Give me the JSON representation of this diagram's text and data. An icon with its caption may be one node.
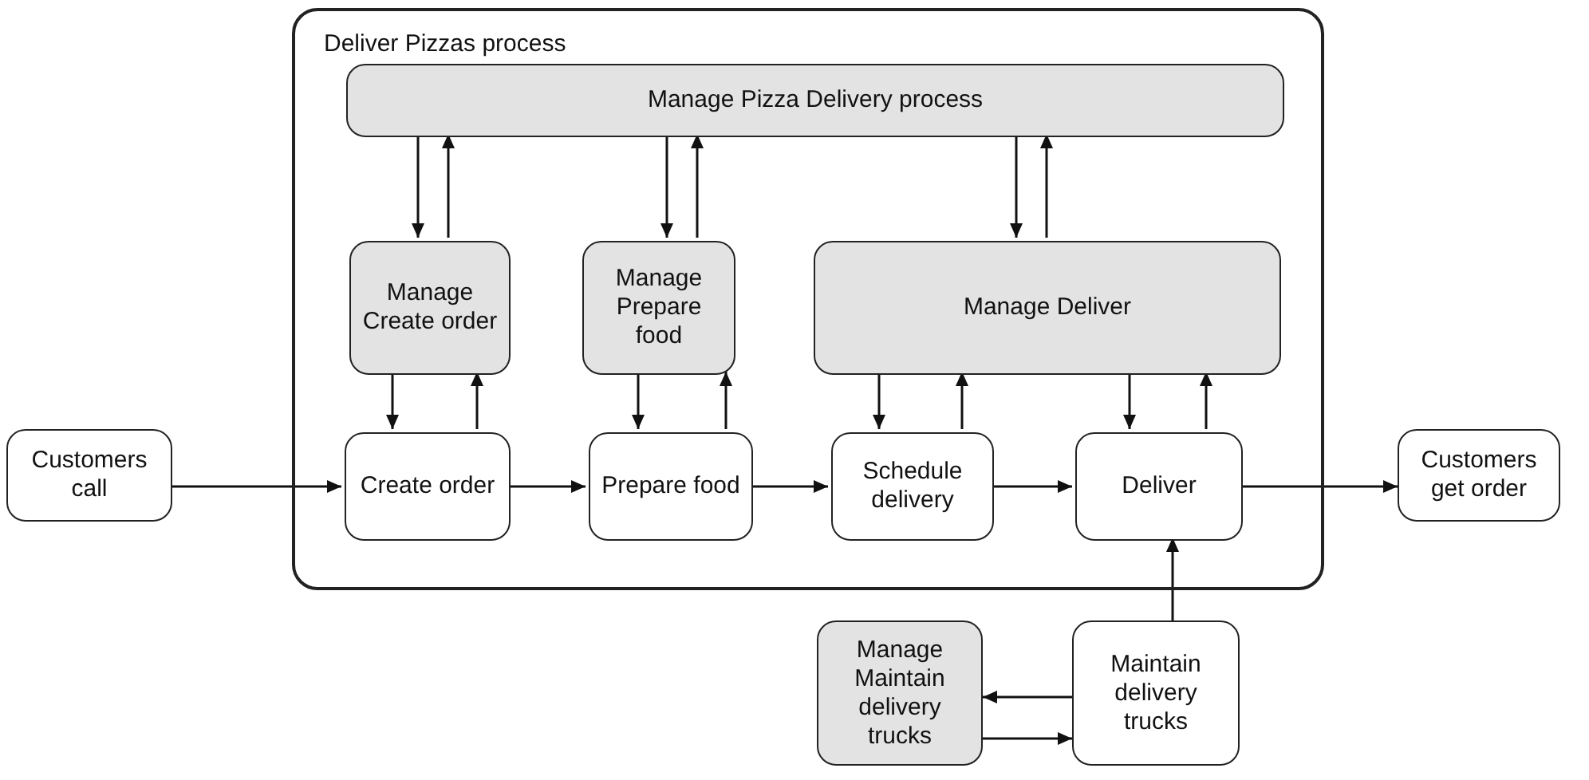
{
  "diagram": {
    "nodes": [
      {
        "text": [
          "Deliver Pizzas process"
        ]
      },
      {
        "text": [
          "Manage Pizza Delivery process"
        ],
        "in": 0
      },
      {
        "text": [
          "Manage Create order"
        ],
        "in": 0
      },
      {
        "text": [
          "Manage Prepare food"
        ],
        "in": 0
      },
      {
        "text": [
          "Manage Deliver"
        ],
        "in": 0
      },
      {
        "text": [
          "Customers call"
        ]
      },
      {
        "text": [
          "Create order"
        ],
        "in": 0
      },
      {
        "text": [
          "Prepare food"
        ],
        "in": 0
      },
      {
        "text": [
          "Schedule delivery"
        ],
        "in": 0
      },
      {
        "text": [
          "Deliver"
        ],
        "in": 0
      },
      {
        "text": [
          "Customers get order"
        ]
      },
      {
        "text": [
          "Manage Maintain delivery trucks"
        ]
      },
      {
        "text": [
          "Maintain delivery trucks"
        ]
      }
    ],
    "edges": [
      {
        "from": 1,
        "to": 2,
        "arrow": "to"
      },
      {
        "from": 2,
        "to": 1,
        "arrow": "to"
      },
      {
        "from": 1,
        "to": 3,
        "arrow": "to"
      },
      {
        "from": 3,
        "to": 1,
        "arrow": "to"
      },
      {
        "from": 1,
        "to": 4,
        "arrow": "to"
      },
      {
        "from": 4,
        "to": 1,
        "arrow": "to"
      },
      {
        "from": 2,
        "to": 6,
        "arrow": "to"
      },
      {
        "from": 6,
        "to": 2,
        "arrow": "to"
      },
      {
        "from": 3,
        "to": 7,
        "arrow": "to"
      },
      {
        "from": 7,
        "to": 3,
        "arrow": "to"
      },
      {
        "from": 4,
        "to": 8,
        "arrow": "to"
      },
      {
        "from": 8,
        "to": 4,
        "arrow": "to"
      },
      {
        "from": 4,
        "to": 9,
        "arrow": "to"
      },
      {
        "from": 9,
        "to": 4,
        "arrow": "to"
      },
      {
        "from": 5,
        "to": 6,
        "arrow": "to"
      },
      {
        "from": 6,
        "to": 7,
        "arrow": "to"
      },
      {
        "from": 7,
        "to": 8,
        "arrow": "to"
      },
      {
        "from": 8,
        "to": 9,
        "arrow": "to"
      },
      {
        "from": 9,
        "to": 10,
        "arrow": "to"
      },
      {
        "from": 12,
        "to": 9,
        "arrow": "to"
      },
      {
        "from": 12,
        "to": 11,
        "arrow": "to"
      },
      {
        "from": 11,
        "to": 12,
        "arrow": "to"
      }
    ]
  }
}
